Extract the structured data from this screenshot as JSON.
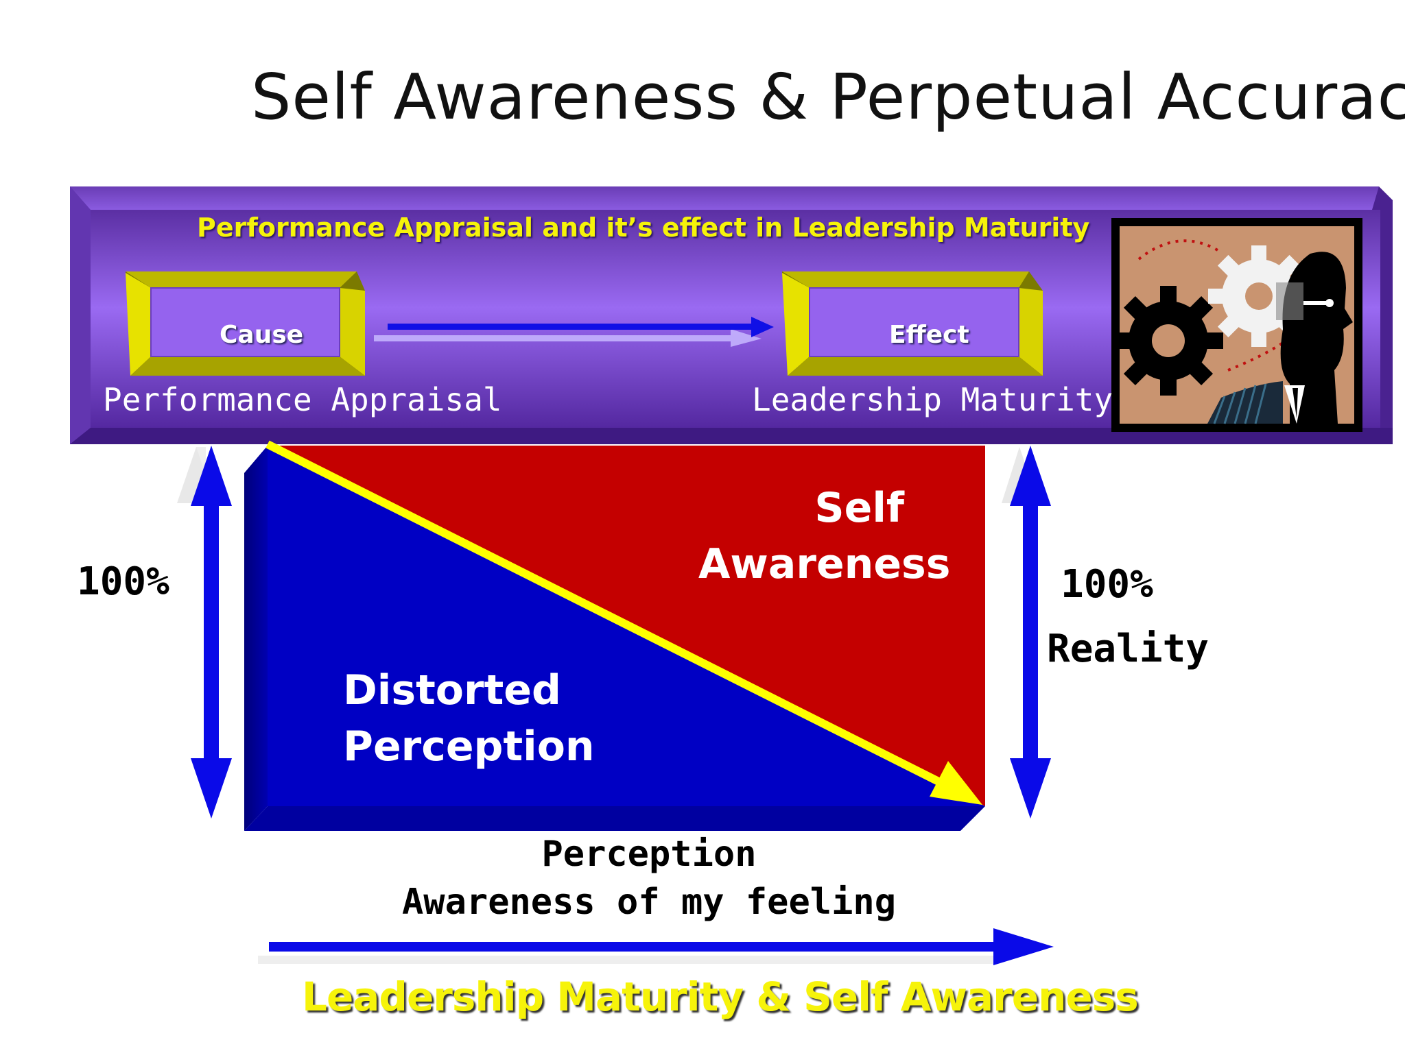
{
  "slide": {
    "title": "Self Awareness & Perpetual Accuracy"
  },
  "banner": {
    "title": "Performance Appraisal and it’s effect in Leadership Maturity",
    "cause_box": "Cause",
    "effect_box": "Effect",
    "cause_caption": "Performance Appraisal",
    "effect_caption": "Leadership Maturity",
    "image_icon": "gears-head-icon"
  },
  "diagram": {
    "left_label": "100%",
    "right_label_value": "100%",
    "right_label_text": "Reality",
    "upper_region_line1": "Self",
    "upper_region_line2": "Awareness",
    "lower_region_line1": "Distorted",
    "lower_region_line2": "Perception",
    "axis_line1": "Perception",
    "axis_line2": "Awareness of my feeling",
    "footer": "Leadership Maturity & Self Awareness"
  },
  "colors": {
    "banner": "#8a55e8",
    "cause_effect_frame": "#d9d400",
    "self_awareness": "#c40000",
    "distorted_perception": "#0000c4",
    "diagonal_arrow": "#ffff00",
    "arrows": "#0000ee",
    "footer_text": "#f6f30a"
  }
}
